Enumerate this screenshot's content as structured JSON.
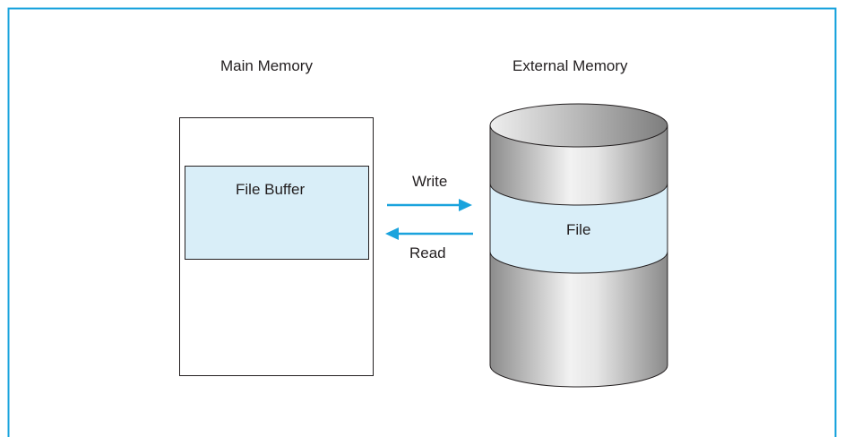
{
  "diagram": {
    "main_memory_label": "Main Memory",
    "external_memory_label": "External Memory",
    "file_buffer_label": "File Buffer",
    "file_label": "File",
    "write_label": "Write",
    "read_label": "Read"
  },
  "colors": {
    "frame_border": "#1aa3dd",
    "arrow": "#1aa3dd",
    "buffer_fill": "#d9eef8",
    "outline": "#231f20",
    "cylinder_light": "#eeeeee",
    "cylinder_dark": "#8c8c8c"
  }
}
